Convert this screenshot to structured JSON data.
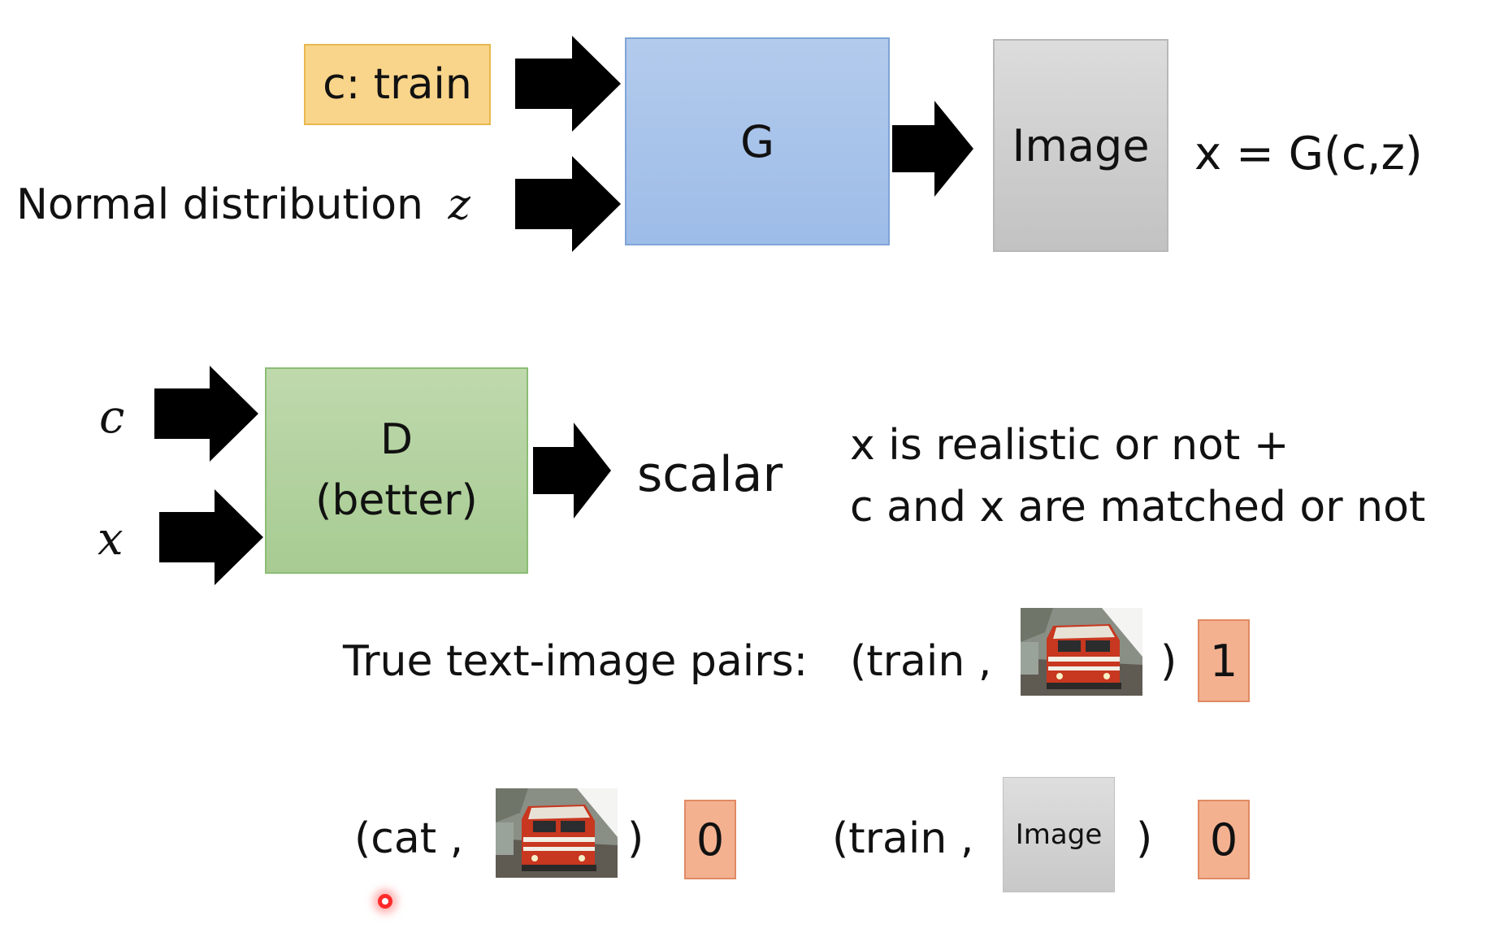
{
  "generator": {
    "condition_label": "c: train",
    "noise_label": "Normal distribution",
    "noise_var": "z",
    "g_label": "G",
    "output_label": "Image",
    "equation": "x = G(c,z)"
  },
  "discriminator": {
    "input_c": "c",
    "input_x": "x",
    "d_label": "D",
    "d_sublabel": "(better)",
    "output_label": "scalar",
    "criteria": [
      "x is realistic or not +",
      "c and x are matched or not"
    ]
  },
  "pairs": {
    "true_pairs_label": "True text-image pairs:",
    "true_pair": {
      "open": "(train ,",
      "close": ")",
      "score": "1"
    },
    "mismatched_pair": {
      "open": "(cat ,",
      "close": ")",
      "score": "0"
    },
    "generated_pair": {
      "open": "(train ,",
      "image_label": "Image",
      "close": ")",
      "score": "0"
    }
  },
  "colors": {
    "condition_box": "#f9d58b",
    "g_box": "#a8c4ea",
    "d_box": "#b3d29f",
    "image_box": "#cfcfcf",
    "score_box": "#f3b190",
    "cursor": "#ff2b2b"
  },
  "icons": [
    "right-arrow-icon",
    "train-photo",
    "cursor-pointer-icon"
  ]
}
